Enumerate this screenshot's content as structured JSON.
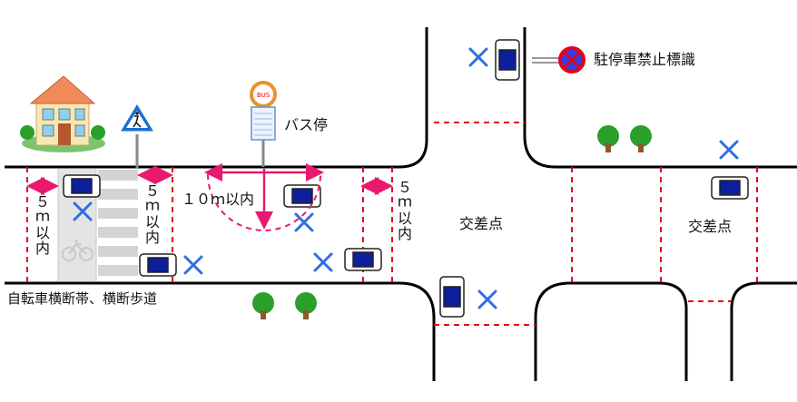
{
  "labels": {
    "no_parking_sign": "駐停車禁止標識",
    "bus_stop": "バス停",
    "bus_sign": "BUS",
    "ten_meters": "１０ｍ以内",
    "intersection_left": "交差点",
    "intersection_right": "交差点",
    "crosswalk_caption": "自転車横断帯、横断歩道",
    "five_m_left": "５ｍ以内",
    "five_m_mid": "５ｍ以内",
    "five_m_right": "５ｍ以内"
  },
  "colors": {
    "road_line": "#000000",
    "zone_boundary": "#e8001c",
    "measure_arrow": "#e8196e",
    "x_mark": "#2f6fe0",
    "car_body": "#ffffff",
    "car_window": "#0d1f9c",
    "tree": "#2aa02a",
    "no_parking_ring": "#e8001c",
    "no_parking_fill": "#2f3fe8"
  }
}
